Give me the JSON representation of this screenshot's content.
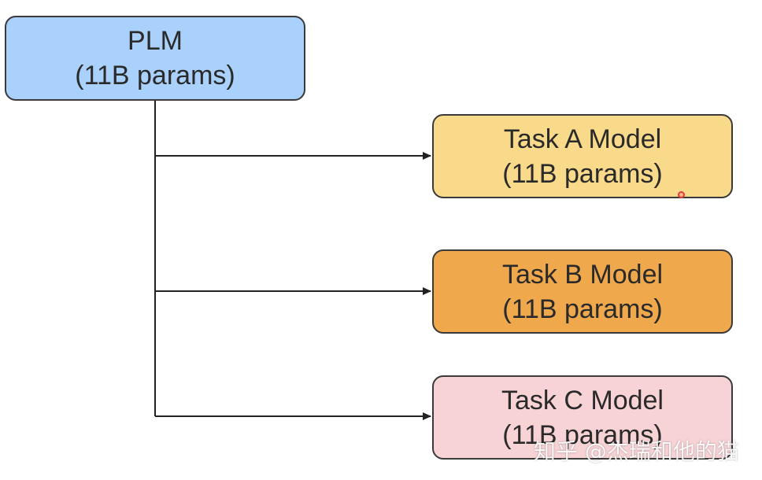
{
  "diagram": {
    "root": {
      "line1": "PLM",
      "line2": "(11B params)",
      "color": "#a9d1fb"
    },
    "children": [
      {
        "line1": "Task A Model",
        "line2": "(11B params)",
        "color": "#f9d98a"
      },
      {
        "line1": "Task B Model",
        "line2": "(11B params)",
        "color": "#f0a84d"
      },
      {
        "line1": "Task C Model",
        "line2": "(11B params)",
        "color": "#f7d3d6"
      }
    ],
    "line_color": "#222222",
    "watermark": "知乎 @杰瑞和他的猫"
  }
}
